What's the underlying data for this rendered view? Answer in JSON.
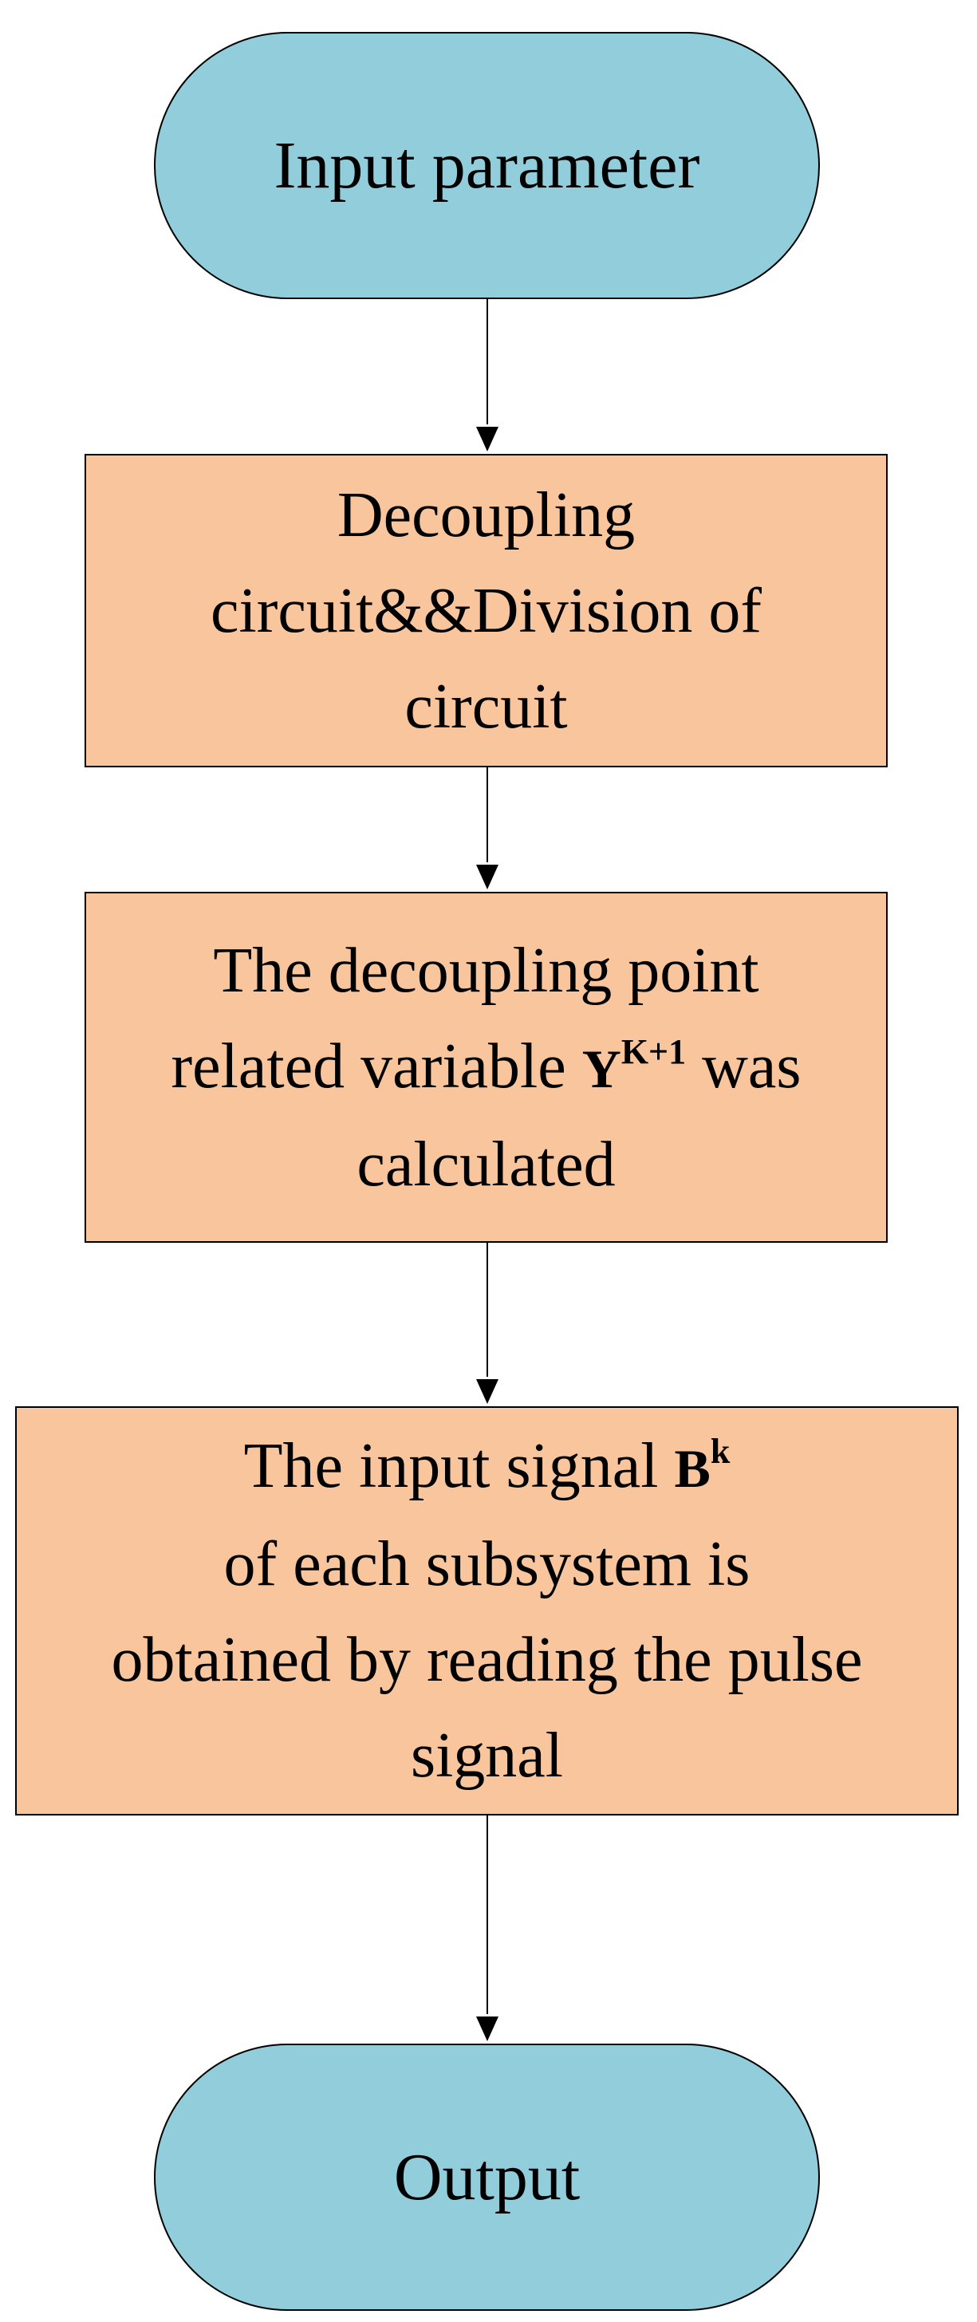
{
  "colors": {
    "terminal_fill": "#92CDDC",
    "process_fill": "#F8C59D",
    "stroke": "#000000"
  },
  "flowchart": {
    "start": {
      "label": "Input parameter"
    },
    "step1": {
      "line1": "Decoupling",
      "line2": "circuit&&Division of",
      "line3": "circuit"
    },
    "step2": {
      "line1": "The decoupling point",
      "line2_prefix": "related variable ",
      "line2_symbol": "Y",
      "line2_superscript": "K+1",
      "line2_suffix": " was",
      "line3": "calculated"
    },
    "step3": {
      "line1_prefix": "The input signal ",
      "line1_symbol": "B",
      "line1_superscript": "k",
      "line2": "of each subsystem is",
      "line3": "obtained by reading the pulse",
      "line4": "signal"
    },
    "end": {
      "label": "Output"
    }
  }
}
